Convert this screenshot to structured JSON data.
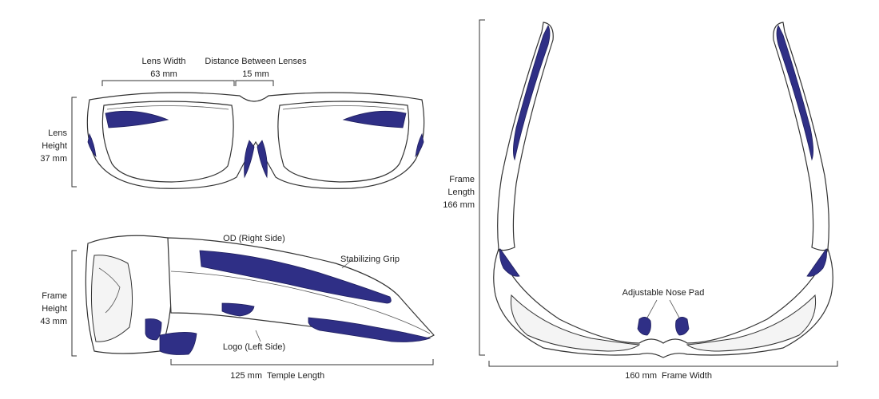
{
  "front_view": {
    "lens_width": {
      "label": "Lens Width",
      "value": "63 mm"
    },
    "distance_between_lenses": {
      "label": "Distance Between Lenses",
      "value": "15 mm"
    },
    "lens_height": {
      "label_line1": "Lens",
      "label_line2": "Height",
      "value": "37 mm"
    }
  },
  "side_view": {
    "od_label": "OD (Right Side)",
    "stabilizing_grip": "Stabilizing Grip",
    "logo_label": "Logo (Left Side)",
    "frame_height": {
      "label_line1": "Frame",
      "label_line2": "Height",
      "value": "43 mm"
    },
    "temple_length": {
      "value": "125 mm",
      "label": "Temple Length"
    }
  },
  "top_view": {
    "frame_length": {
      "label_line1": "Frame",
      "label_line2": "Length",
      "value": "166 mm"
    },
    "nose_pad": "Adjustable Nose Pad",
    "frame_width": {
      "value": "160 mm",
      "label": "Frame Width"
    }
  },
  "colors": {
    "accent": "#2f2f86",
    "line": "#333333"
  }
}
